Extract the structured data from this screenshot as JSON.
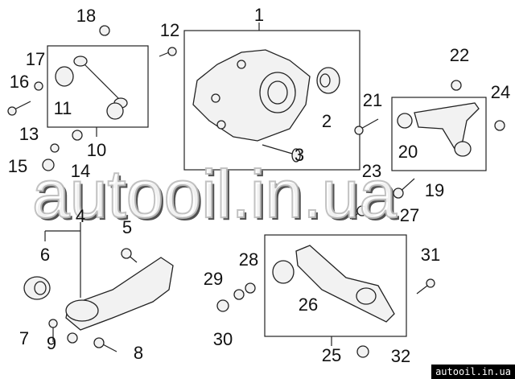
{
  "diagram": {
    "callouts": [
      "1",
      "2",
      "3",
      "4",
      "5",
      "6",
      "7",
      "8",
      "9",
      "10",
      "11",
      "12",
      "13",
      "14",
      "15",
      "16",
      "17",
      "18",
      "19",
      "20",
      "21",
      "22",
      "23",
      "24",
      "25",
      "26",
      "27",
      "28",
      "29",
      "30",
      "31",
      "32"
    ],
    "watermark": "autooil.in.ua",
    "corner_label": "autooil.in.ua"
  }
}
